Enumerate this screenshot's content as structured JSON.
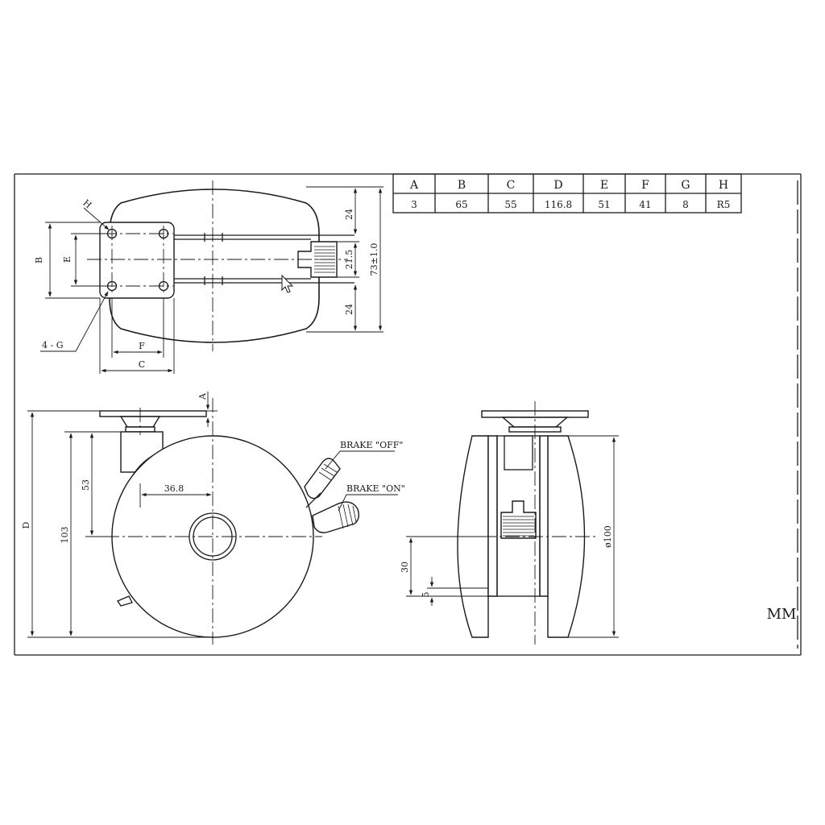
{
  "spec_table": {
    "headers": [
      "A",
      "B",
      "C",
      "D",
      "E",
      "F",
      "G",
      "H"
    ],
    "values": [
      "3",
      "65",
      "55",
      "116.8",
      "51",
      "41",
      "8",
      "R5"
    ]
  },
  "top_view": {
    "label_h": "H",
    "label_b": "B",
    "label_e": "E",
    "label_4g": "4 - G",
    "label_f": "F",
    "label_c": "C",
    "dim_24_top": "24",
    "dim_21_5": "21.5",
    "dim_24_bottom": "24",
    "dim_73": "73±1.0"
  },
  "side_view": {
    "label_a": "A",
    "label_d": "D",
    "dim_103": "103",
    "dim_53": "53",
    "dim_36_8": "36.8",
    "brake_off": "BRAKE \"OFF\"",
    "brake_on": "BRAKE \"ON\""
  },
  "front_view": {
    "dim_30": "30",
    "dim_5": "5",
    "dim_dia100": "ø100"
  },
  "unit_label": "MM"
}
